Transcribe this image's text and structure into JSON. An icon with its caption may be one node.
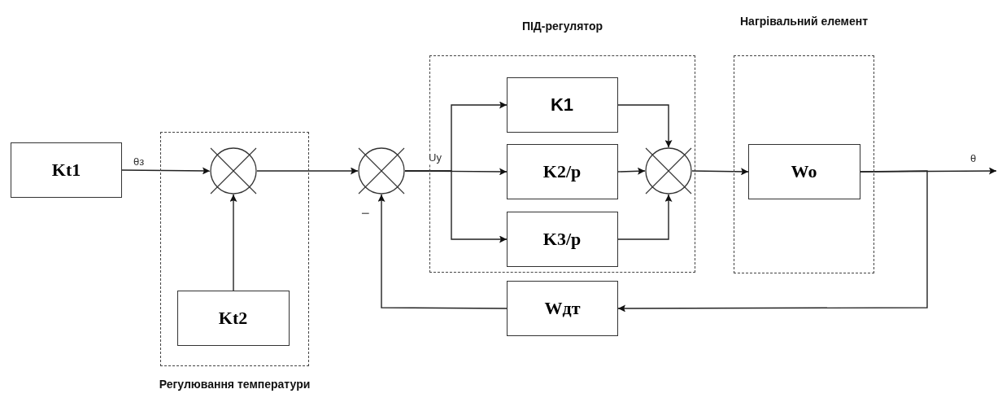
{
  "diagram": {
    "nodes": [
      {
        "text": [
          "Kt1"
        ]
      },
      {
        "text": [
          "Регулювання температури"
        ]
      },
      {
        "text": [],
        "shape": "circle",
        "in": 1
      },
      {
        "text": [
          "Kt2"
        ],
        "in": 1
      },
      {
        "text": [],
        "shape": "circle"
      },
      {
        "text": [
          "ПІД-регулятор"
        ]
      },
      {
        "text": [
          "K1"
        ],
        "in": 5
      },
      {
        "text": [
          "K2/p"
        ],
        "in": 5
      },
      {
        "text": [
          "K3/p"
        ],
        "in": 5
      },
      {
        "text": [],
        "shape": "circle",
        "in": 5
      },
      {
        "text": [
          "Нагрівальний елемент"
        ]
      },
      {
        "text": [
          "Wo"
        ],
        "in": 10
      },
      {
        "text": [
          "Wдт"
        ]
      }
    ],
    "edges": [
      {
        "from": 0,
        "to": 2,
        "arrow": "to",
        "label": "θз"
      },
      {
        "from": 3,
        "to": 2,
        "arrow": "to"
      },
      {
        "from": 2,
        "to": 4,
        "arrow": "to"
      },
      {
        "from": 4,
        "to": 6,
        "arrow": "to"
      },
      {
        "from": 4,
        "to": 7,
        "arrow": "to",
        "label": "Uу"
      },
      {
        "from": 4,
        "to": 8,
        "arrow": "to"
      },
      {
        "from": 6,
        "to": 9,
        "arrow": "to"
      },
      {
        "from": 7,
        "to": 9,
        "arrow": "to"
      },
      {
        "from": 8,
        "to": 9,
        "arrow": "to"
      },
      {
        "from": 9,
        "to": 11,
        "arrow": "to"
      },
      {
        "from": 11,
        "to": null,
        "arrow": "to",
        "label": "θ"
      },
      {
        "from": 11,
        "to": 12,
        "arrow": "to"
      },
      {
        "from": 12,
        "to": 4,
        "arrow": "to"
      }
    ],
    "labels": [
      "−"
    ]
  }
}
